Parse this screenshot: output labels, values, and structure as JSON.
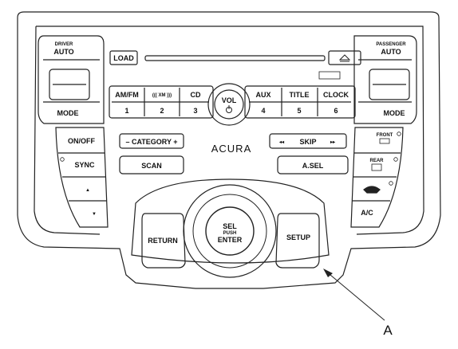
{
  "brand": "ACURA",
  "driver": {
    "top": "DRIVER",
    "bottom": "AUTO",
    "mode": "MODE"
  },
  "passenger": {
    "top": "PASSENGER",
    "bottom": "AUTO",
    "mode": "MODE"
  },
  "load": "LOAD",
  "eject_icon": "eject-icon",
  "row1": {
    "amfm": "AM/FM",
    "xm": "((( XM )))",
    "cd": "CD",
    "aux": "AUX",
    "title": "TITLE",
    "clock": "CLOCK"
  },
  "row2": {
    "p1": "1",
    "p2": "2",
    "p3": "3",
    "p4": "4",
    "p5": "5",
    "p6": "6"
  },
  "vol": {
    "label": "VOL",
    "power_icon": "power-icon"
  },
  "category": "– CATEGORY +",
  "skip": {
    "label": "SKIP",
    "prev_icon": "seek-back-icon",
    "next_icon": "seek-forward-icon"
  },
  "scan": "SCAN",
  "asel": "A.SEL",
  "left_col": {
    "onoff": "ON/OFF",
    "sync": "SYNC",
    "fan_up": "▲",
    "fan_down": "▼"
  },
  "right_col": {
    "front": "FRONT",
    "rear": "REAR",
    "ac": "A/C",
    "recirc_icon": "recirculation-icon"
  },
  "knob": {
    "sel": "SEL",
    "push": "PUSH",
    "enter": "ENTER"
  },
  "return": "RETURN",
  "setup": "SETUP",
  "callout": "A"
}
